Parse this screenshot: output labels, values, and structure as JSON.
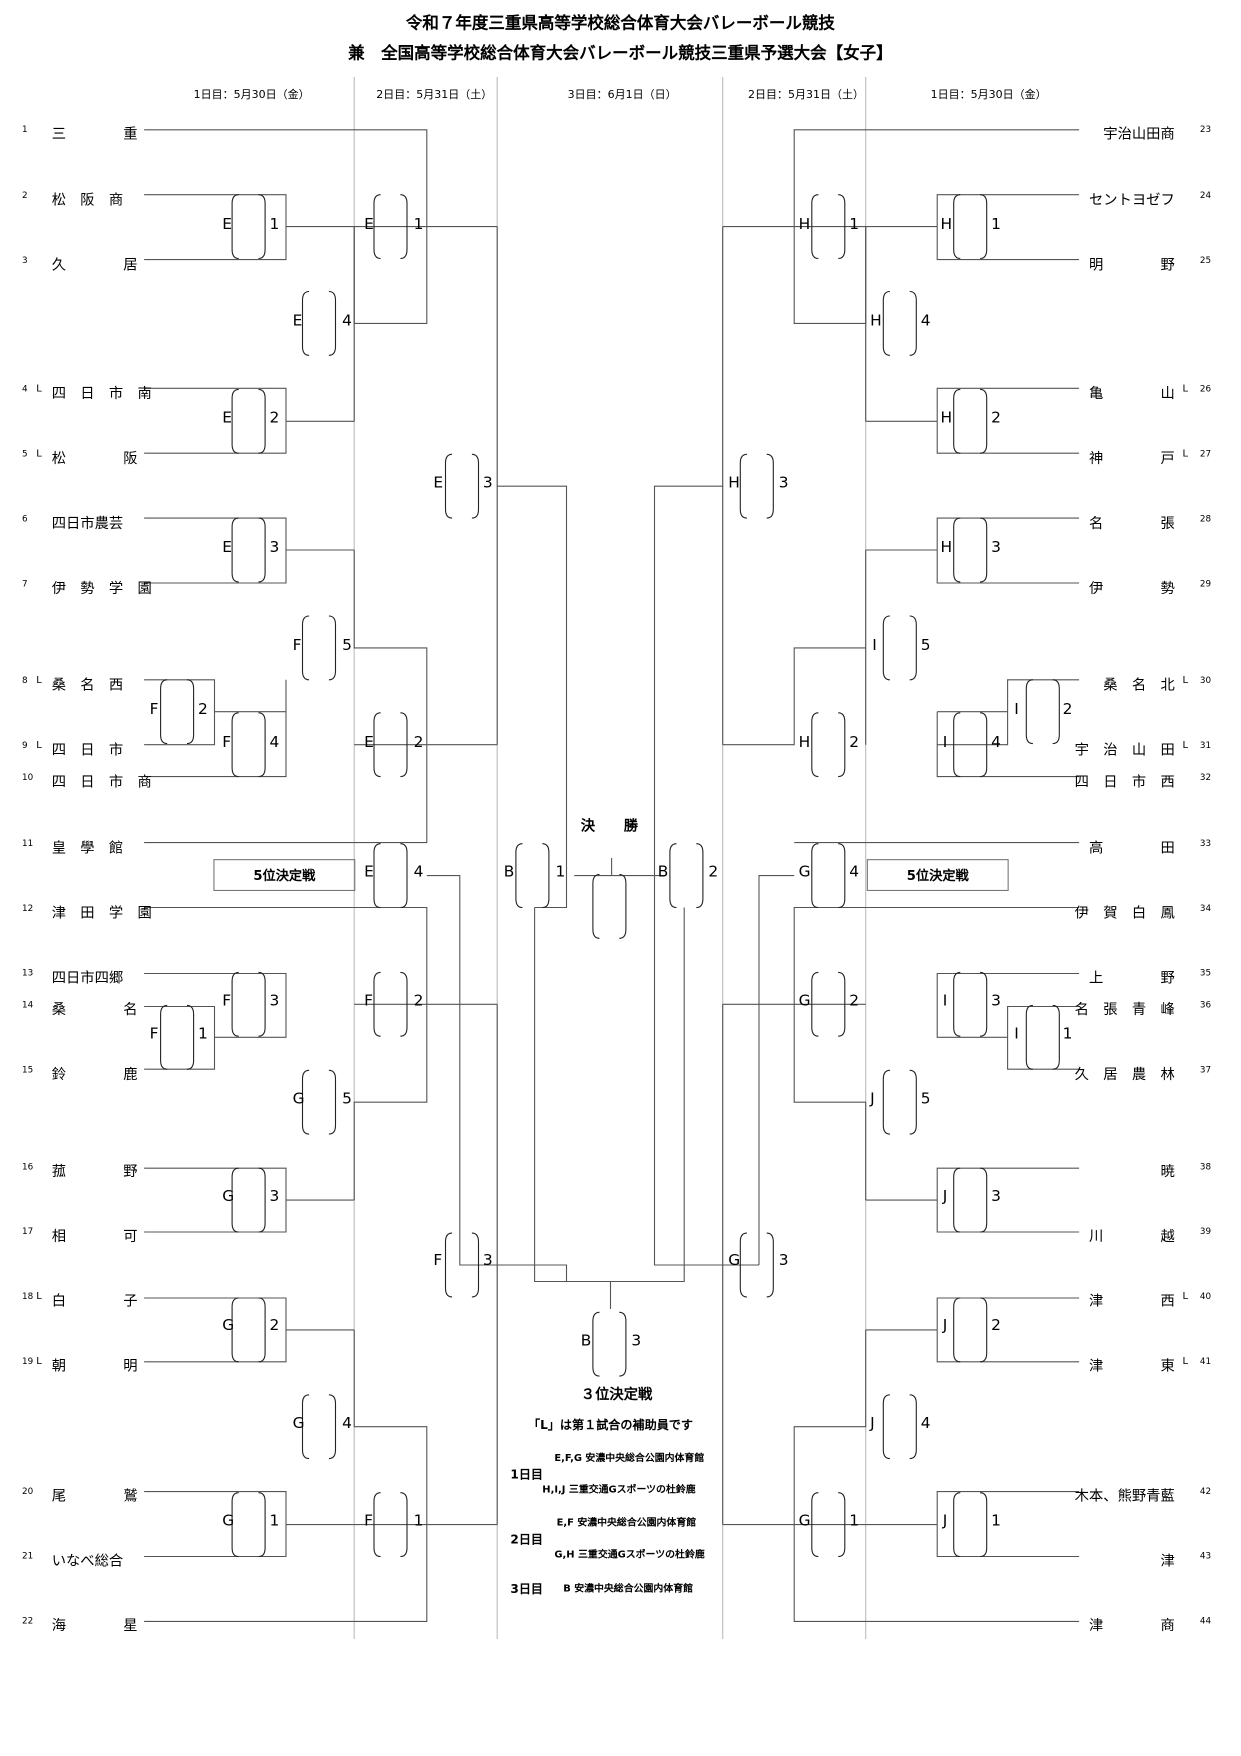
{
  "title": {
    "line1": "令和７年度三重県高等学校総合体育大会バレーボール競技",
    "line2": "兼　全国高等学校総合体育大会バレーボール競技三重県予選大会【女子】"
  },
  "days": {
    "left_day1": "1日目：5月30日（金）",
    "left_day2": "2日目：5月31日（土）",
    "center_day3": "3日目：6月1日（日）",
    "right_day2": "2日目：5月31日（土）",
    "right_day1": "1日目：5月30日（金）"
  },
  "left_teams": [
    {
      "no": "1",
      "l": "",
      "name": "三　　　　重"
    },
    {
      "no": "2",
      "l": "",
      "name": "松　阪　商"
    },
    {
      "no": "3",
      "l": "",
      "name": "久　　　　居"
    },
    {
      "no": "4",
      "l": "L",
      "name": "四　日　市　南"
    },
    {
      "no": "5",
      "l": "L",
      "name": "松　　　　阪"
    },
    {
      "no": "6",
      "l": "",
      "name": "四日市農芸"
    },
    {
      "no": "7",
      "l": "",
      "name": "伊　勢　学　園"
    },
    {
      "no": "8",
      "l": "L",
      "name": "桑　名　西"
    },
    {
      "no": "9",
      "l": "L",
      "name": "四　日　市"
    },
    {
      "no": "10",
      "l": "",
      "name": "四　日　市　商"
    },
    {
      "no": "11",
      "l": "",
      "name": "皇　學　館"
    },
    {
      "no": "12",
      "l": "",
      "name": "津　田　学　園"
    },
    {
      "no": "13",
      "l": "",
      "name": "四日市四郷"
    },
    {
      "no": "14",
      "l": "",
      "name": "桑　　　　名"
    },
    {
      "no": "15",
      "l": "",
      "name": "鈴　　　　鹿"
    },
    {
      "no": "16",
      "l": "",
      "name": "菰　　　　野"
    },
    {
      "no": "17",
      "l": "",
      "name": "相　　　　可"
    },
    {
      "no": "18",
      "l": "L",
      "name": "白　　　　子"
    },
    {
      "no": "19",
      "l": "L",
      "name": "朝　　　　明"
    },
    {
      "no": "20",
      "l": "",
      "name": "尾　　　　鷲"
    },
    {
      "no": "21",
      "l": "",
      "name": "いなべ総合"
    },
    {
      "no": "22",
      "l": "",
      "name": "海　　　　星"
    }
  ],
  "right_teams": [
    {
      "no": "23",
      "l": "",
      "name": "宇治山田商"
    },
    {
      "no": "24",
      "l": "",
      "name": "セントヨゼフ"
    },
    {
      "no": "25",
      "l": "",
      "name": "明　　　　野"
    },
    {
      "no": "26",
      "l": "L",
      "name": "亀　　　　山"
    },
    {
      "no": "27",
      "l": "L",
      "name": "神　　　　戸"
    },
    {
      "no": "28",
      "l": "",
      "name": "名　　　　張"
    },
    {
      "no": "29",
      "l": "",
      "name": "伊　　　　勢"
    },
    {
      "no": "30",
      "l": "L",
      "name": "桑　名　北"
    },
    {
      "no": "31",
      "l": "L",
      "name": "宇　治　山　田"
    },
    {
      "no": "32",
      "l": "",
      "name": "四　日　市　西"
    },
    {
      "no": "33",
      "l": "",
      "name": "高　　　　田"
    },
    {
      "no": "34",
      "l": "",
      "name": "伊　賀　白　鳳"
    },
    {
      "no": "35",
      "l": "",
      "name": "上　　　　野"
    },
    {
      "no": "36",
      "l": "",
      "name": "名　張　青　峰"
    },
    {
      "no": "37",
      "l": "",
      "name": "久　居　農　林"
    },
    {
      "no": "38",
      "l": "",
      "name": "暁"
    },
    {
      "no": "39",
      "l": "",
      "name": "川　　　　越"
    },
    {
      "no": "40",
      "l": "L",
      "name": "津　　　　西"
    },
    {
      "no": "41",
      "l": "L",
      "name": "津　　　　東"
    },
    {
      "no": "42",
      "l": "",
      "name": "木本、熊野青藍"
    },
    {
      "no": "43",
      "l": "",
      "name": "津"
    },
    {
      "no": "44",
      "l": "",
      "name": "津　　　　商"
    }
  ],
  "matches": [
    {
      "court": "E",
      "num": "1"
    },
    {
      "court": "E",
      "num": "2"
    },
    {
      "court": "E",
      "num": "3"
    },
    {
      "court": "F",
      "num": "2"
    },
    {
      "court": "F",
      "num": "4"
    },
    {
      "court": "F",
      "num": "3"
    },
    {
      "court": "F",
      "num": "1"
    },
    {
      "court": "G",
      "num": "3"
    },
    {
      "court": "G",
      "num": "2"
    },
    {
      "court": "G",
      "num": "1"
    },
    {
      "court": "E",
      "num": "1"
    },
    {
      "court": "E",
      "num": "4"
    },
    {
      "court": "F",
      "num": "5"
    },
    {
      "court": "E",
      "num": "2"
    },
    {
      "court": "E",
      "num": "4"
    },
    {
      "court": "F",
      "num": "2"
    },
    {
      "court": "G",
      "num": "5"
    },
    {
      "court": "G",
      "num": "4"
    },
    {
      "court": "F",
      "num": "1"
    },
    {
      "court": "E",
      "num": "3"
    },
    {
      "court": "F",
      "num": "3"
    },
    {
      "court": "B",
      "num": "1"
    },
    {
      "court": "B",
      "num": "2"
    },
    {
      "court": "B",
      "num": "3"
    },
    {
      "court": "H",
      "num": "3"
    },
    {
      "court": "G",
      "num": "3"
    },
    {
      "court": "H",
      "num": "1"
    },
    {
      "court": "H",
      "num": "4"
    },
    {
      "court": "I",
      "num": "5"
    },
    {
      "court": "H",
      "num": "2"
    },
    {
      "court": "G",
      "num": "4"
    },
    {
      "court": "G",
      "num": "2"
    },
    {
      "court": "J",
      "num": "5"
    },
    {
      "court": "J",
      "num": "4"
    },
    {
      "court": "G",
      "num": "1"
    },
    {
      "court": "H",
      "num": "1"
    },
    {
      "court": "H",
      "num": "2"
    },
    {
      "court": "H",
      "num": "3"
    },
    {
      "court": "I",
      "num": "4"
    },
    {
      "court": "I",
      "num": "2"
    },
    {
      "court": "I",
      "num": "3"
    },
    {
      "court": "I",
      "num": "1"
    },
    {
      "court": "J",
      "num": "3"
    },
    {
      "court": "J",
      "num": "2"
    },
    {
      "court": "J",
      "num": "1"
    }
  ],
  "labels": {
    "final": "決　　勝",
    "fifth_left": "5位決定戦",
    "fifth_right": "5位決定戦",
    "third_place": "３位決定戦"
  },
  "notes": {
    "l_note": "「L」は第１試合の補助員です",
    "day1_label": "1日目",
    "day1_venue_a": "E,F,G 安濃中央総合公園内体育館",
    "day1_venue_b": "H,I,J 三重交通Gスポーツの杜鈴鹿",
    "day2_label": "2日目",
    "day2_venue_a": "E,F 安濃中央総合公園内体育館",
    "day2_venue_b": "G,H 三重交通Gスポーツの杜鈴鹿",
    "day3_label": "3日目",
    "day3_venue": "B 安濃中央総合公園内体育館"
  }
}
